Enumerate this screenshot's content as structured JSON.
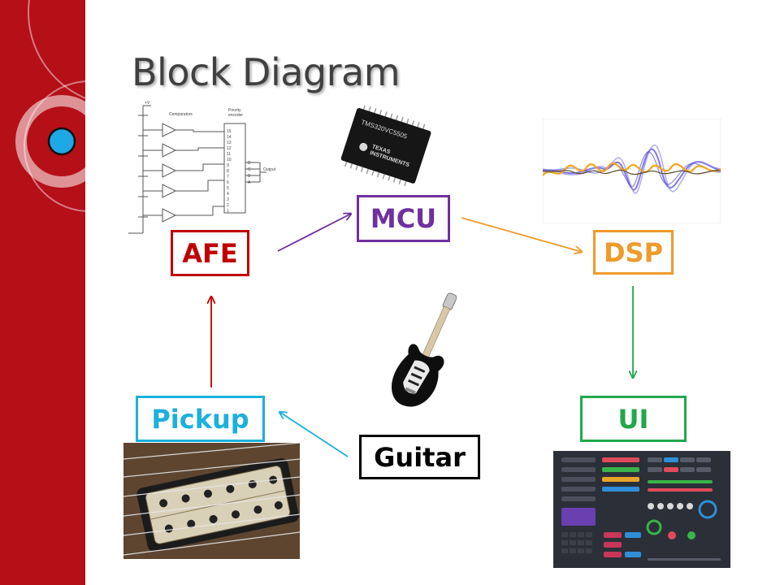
{
  "title": "Block Diagram",
  "blocks": {
    "afe": {
      "label": "AFE",
      "color": "#c00000"
    },
    "mcu": {
      "label": "MCU",
      "color": "#7030a0"
    },
    "dsp": {
      "label": "DSP",
      "color": "#ef9a2a"
    },
    "ui": {
      "label": "UI",
      "color": "#22a84b"
    },
    "pickup": {
      "label": "Pickup",
      "color": "#1cb0dc"
    },
    "guitar": {
      "label": "Guitar",
      "color": "#000000"
    }
  },
  "chip": {
    "part": "TMS320VC5505",
    "brand_line1": "TEXAS",
    "brand_line2": "INSTRUMENTS"
  },
  "schematic": {
    "heading_left": "Comparators",
    "heading_right_1": "Priority",
    "heading_right_2": "encoder",
    "output_label": "Output",
    "inputs": [
      "15",
      "14",
      "13",
      "12",
      "11",
      "10",
      "9",
      "8",
      "7",
      "6",
      "5",
      "4",
      "3",
      "2",
      "1"
    ],
    "outputs": [
      "D",
      "C",
      "B",
      "A"
    ]
  },
  "accent_dot_color": "#1ea9e6",
  "sidebar_color": "#b50f18"
}
